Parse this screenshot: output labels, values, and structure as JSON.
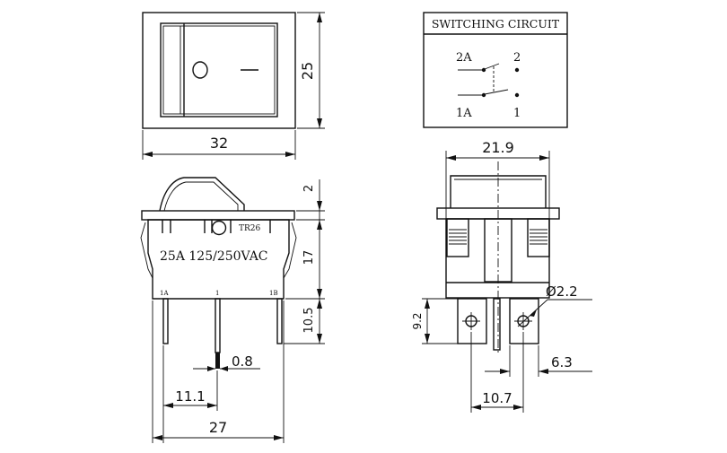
{
  "front_view": {
    "dim_width": "32",
    "dim_height": "25",
    "symbol_off": "O",
    "symbol_on": "—"
  },
  "circuit_box": {
    "title": "SWITCHING CIRCUIT",
    "label_2a": "2A",
    "label_2": "2",
    "label_1a": "1A",
    "label_1": "1"
  },
  "side_view": {
    "marking_model": "TR26",
    "marking_rating": "25A 125/250VAC",
    "terminal_1a": "1A",
    "terminal_1": "1",
    "terminal_1b": "1B",
    "dim_2": "2",
    "dim_17": "17",
    "dim_10_5": "10.5",
    "dim_0_8": "0.8",
    "dim_11_1": "11.1",
    "dim_27": "27"
  },
  "end_view": {
    "dim_21_9": "21.9",
    "dim_phi_2_2": "Ø2.2",
    "dim_9_2": "9.2",
    "dim_6_3": "6.3",
    "dim_10_7": "10.7"
  }
}
